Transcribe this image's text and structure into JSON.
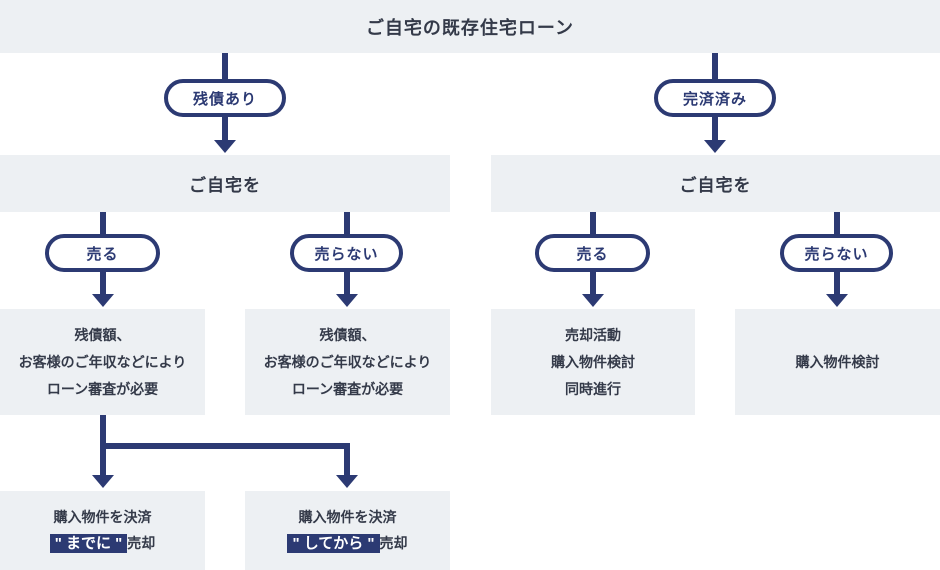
{
  "colors": {
    "navy": "#2c3a73",
    "box_background": "#edf0f3",
    "dark_text": "#343a49",
    "highlight_text": "#ffffff"
  },
  "header": {
    "title": "ご自宅の既存住宅ローン"
  },
  "branch_left": {
    "condition": "残債あり",
    "node": "ご自宅を",
    "options": [
      {
        "label": "売る",
        "result_lines": [
          "残債額、",
          "お客様のご年収などにより",
          "ローン審査が必要"
        ]
      },
      {
        "label": "売らない",
        "result_lines": [
          "残債額、",
          "お客様のご年収などにより",
          "ローン審査が必要"
        ]
      }
    ],
    "outcomes": [
      {
        "line1": "購入物件を決済",
        "highlight": "\" までに \"",
        "suffix": "売却"
      },
      {
        "line1": "購入物件を決済",
        "highlight": "\" してから \"",
        "suffix": "売却"
      }
    ]
  },
  "branch_right": {
    "condition": "完済済み",
    "node": "ご自宅を",
    "options": [
      {
        "label": "売る",
        "result_lines": [
          "売却活動",
          "購入物件検討",
          "同時進行"
        ]
      },
      {
        "label": "売らない",
        "result_lines": [
          "購入物件検討"
        ]
      }
    ]
  }
}
